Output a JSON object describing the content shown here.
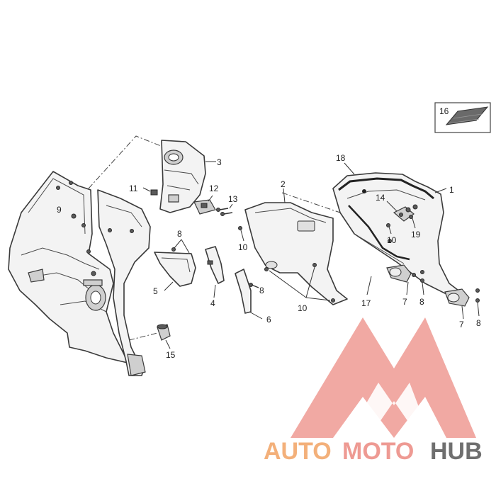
{
  "callouts": [
    {
      "id": "c1",
      "label": "1"
    },
    {
      "id": "c2",
      "label": "2"
    },
    {
      "id": "c3",
      "label": "3"
    },
    {
      "id": "c4",
      "label": "4"
    },
    {
      "id": "c5",
      "label": "5"
    },
    {
      "id": "c6",
      "label": "6"
    },
    {
      "id": "c7a",
      "label": "7"
    },
    {
      "id": "c7b",
      "label": "7"
    },
    {
      "id": "c8a",
      "label": "8"
    },
    {
      "id": "c8b",
      "label": "8"
    },
    {
      "id": "c8c",
      "label": "8"
    },
    {
      "id": "c8d",
      "label": "8"
    },
    {
      "id": "c9",
      "label": "9"
    },
    {
      "id": "c10a",
      "label": "10"
    },
    {
      "id": "c10b",
      "label": "10"
    },
    {
      "id": "c10c",
      "label": "10"
    },
    {
      "id": "c11",
      "label": "11"
    },
    {
      "id": "c12",
      "label": "12"
    },
    {
      "id": "c13",
      "label": "13"
    },
    {
      "id": "c14",
      "label": "14"
    },
    {
      "id": "c15",
      "label": "15"
    },
    {
      "id": "c16",
      "label": "16"
    },
    {
      "id": "c17",
      "label": "17"
    },
    {
      "id": "c18",
      "label": "18"
    },
    {
      "id": "c19",
      "label": "19"
    }
  ],
  "watermark": {
    "part1": "AUTO",
    "part2": "MOTO",
    "part3": "HUB",
    "color_orange": "#f3b07a",
    "color_red": "#ee9a93",
    "color_gray": "#6f6f6f"
  }
}
